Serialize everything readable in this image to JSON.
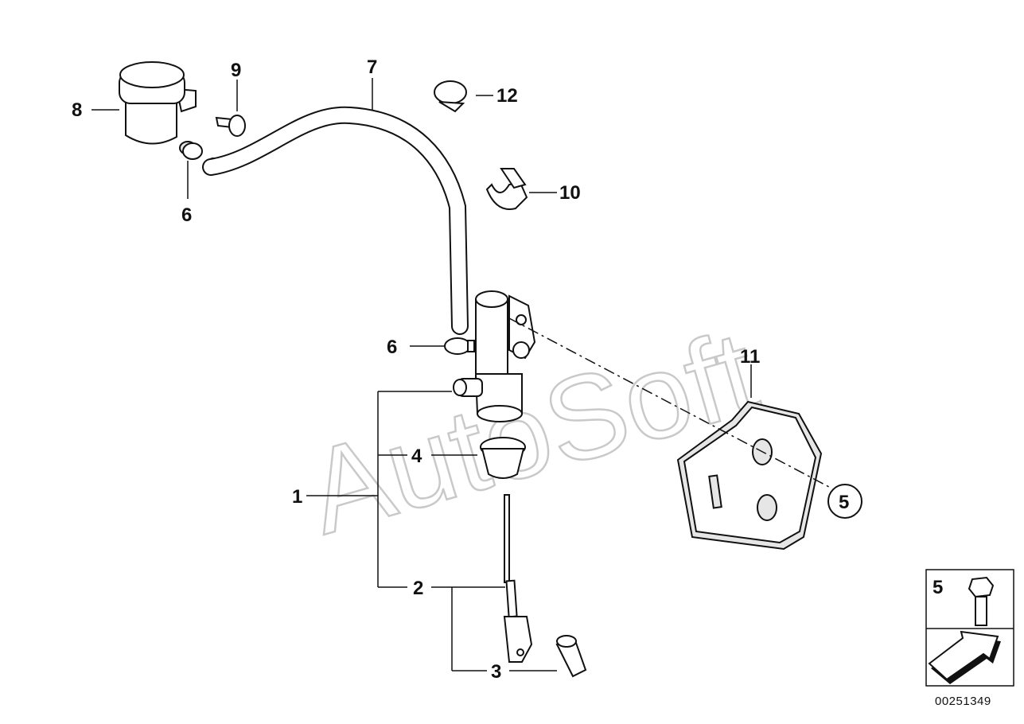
{
  "watermark": "AutoSoft",
  "callouts": {
    "c1": "1",
    "c2": "2",
    "c3": "3",
    "c4": "4",
    "c5_circled": "5",
    "c6_top": "6",
    "c6_mid": "6",
    "c7": "7",
    "c8": "8",
    "c9": "9",
    "c10": "10",
    "c11": "11",
    "c12": "12"
  },
  "legend": {
    "item_label": "5"
  },
  "diagram_code": "00251349"
}
